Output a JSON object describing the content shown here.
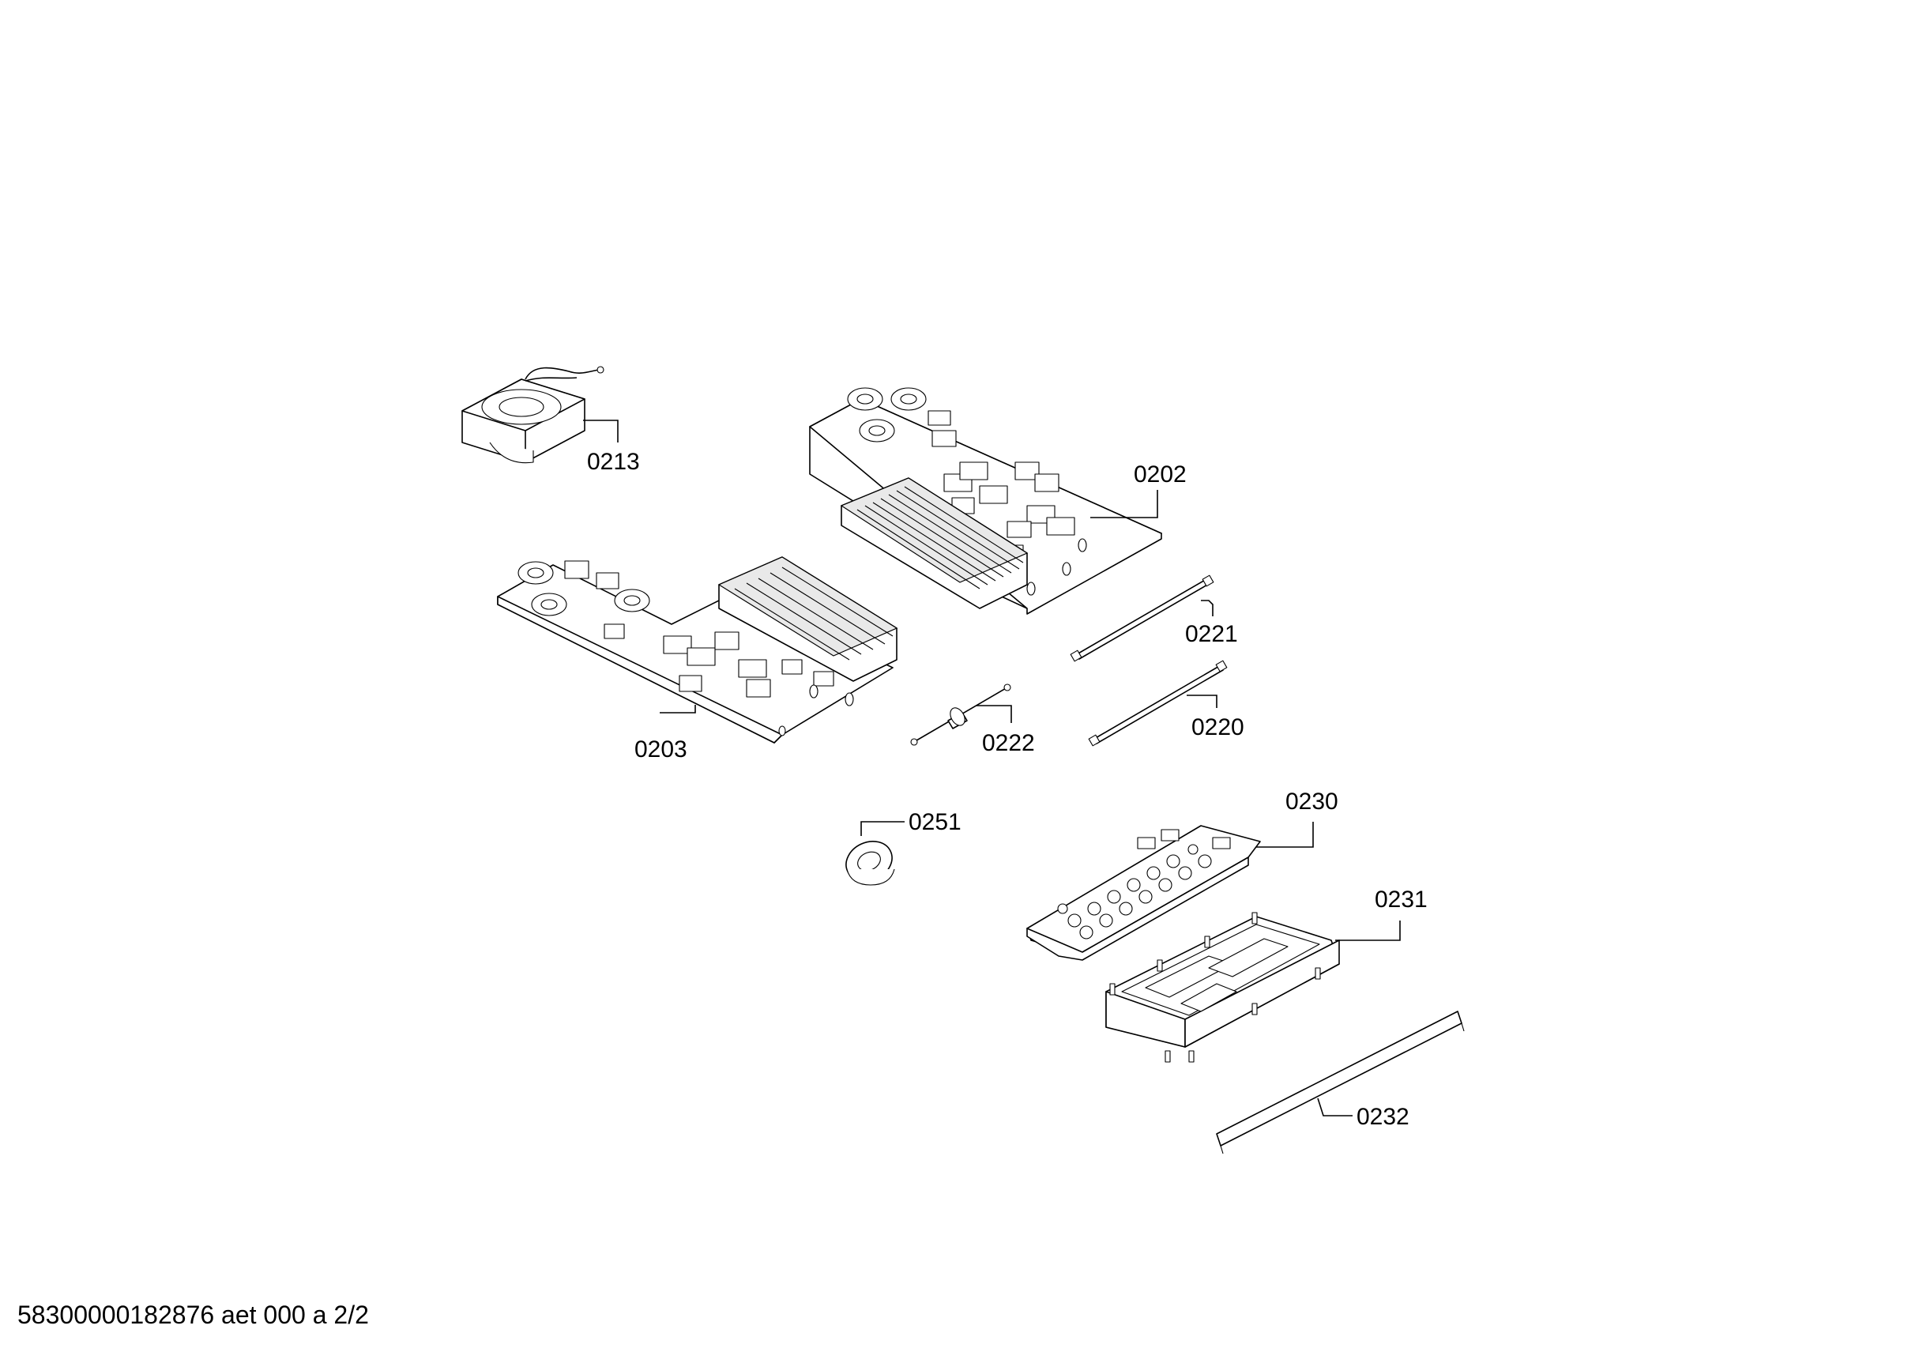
{
  "parts": [
    {
      "id": "p0213",
      "label": "0213"
    },
    {
      "id": "p0202",
      "label": "0202"
    },
    {
      "id": "p0203",
      "label": "0203"
    },
    {
      "id": "p0221",
      "label": "0221"
    },
    {
      "id": "p0220",
      "label": "0220"
    },
    {
      "id": "p0222",
      "label": "0222"
    },
    {
      "id": "p0251",
      "label": "0251"
    },
    {
      "id": "p0230",
      "label": "0230"
    },
    {
      "id": "p0231",
      "label": "0231"
    },
    {
      "id": "p0232",
      "label": "0232"
    }
  ],
  "footer": {
    "doc_code": "58300000182876 aet 000 a 2/2"
  }
}
